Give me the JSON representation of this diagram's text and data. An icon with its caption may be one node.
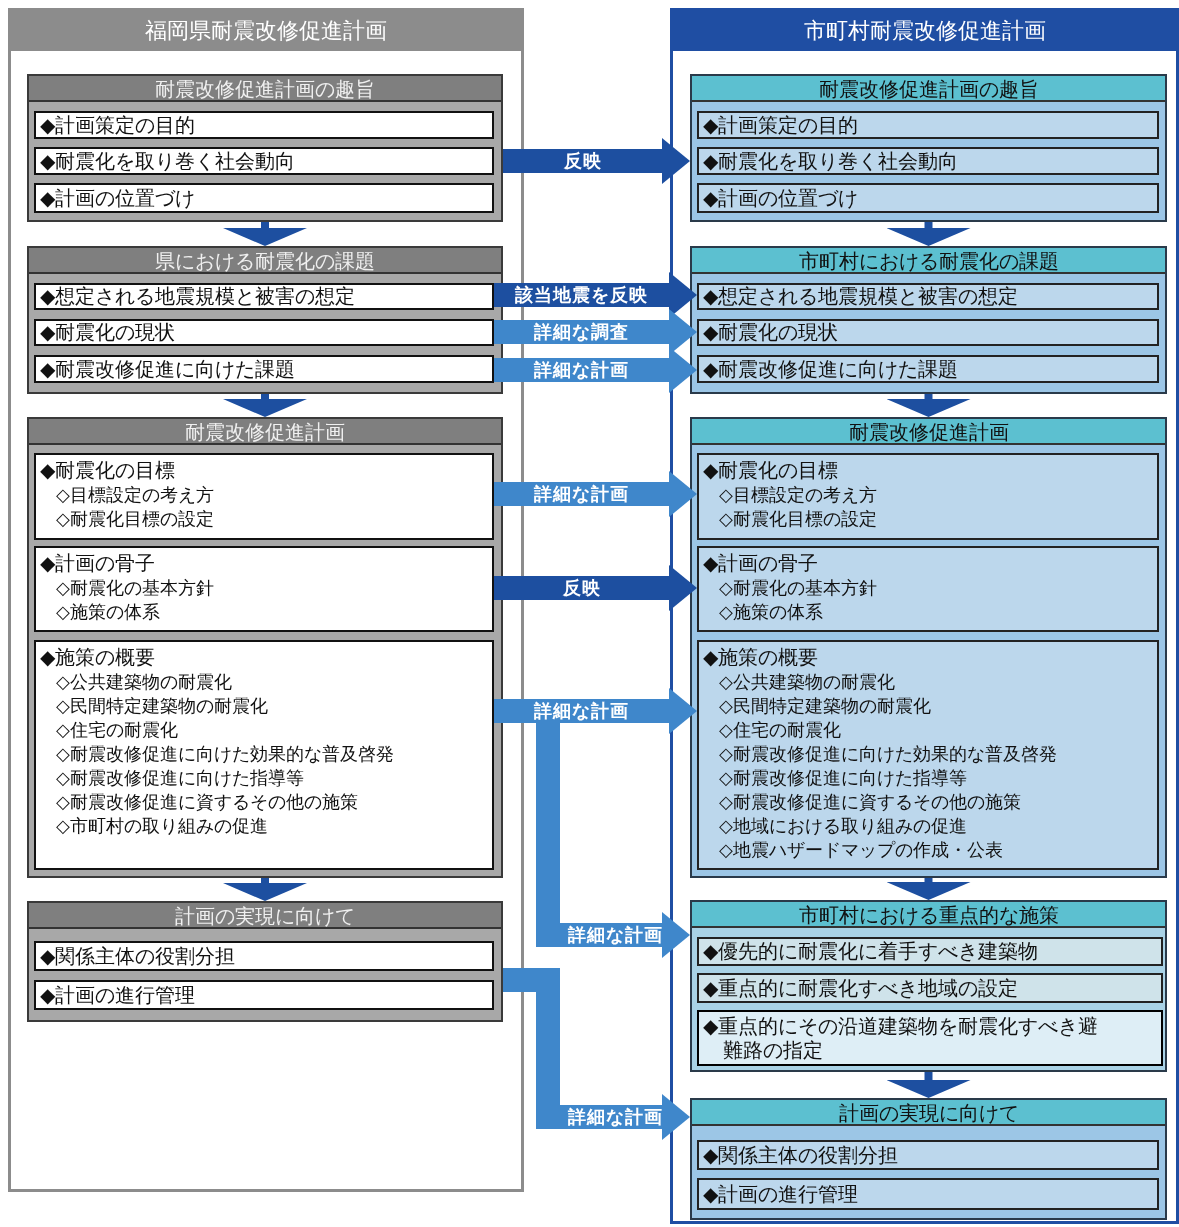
{
  "diagram": {
    "nodes": [
      {
        "text": [
          "福岡県耐震改修促進計画"
        ]
      },
      {
        "text": [
          "耐震改修促進計画の趣旨"
        ],
        "in": 0
      },
      {
        "text": [
          "◆計画策定の目的"
        ],
        "in": 1
      },
      {
        "text": [
          "◆耐震化を取り巻く社会動向"
        ],
        "in": 1
      },
      {
        "text": [
          "◆計画の位置づけ"
        ],
        "in": 1
      },
      {
        "text": [
          "県における耐震化の課題"
        ],
        "in": 0
      },
      {
        "text": [
          "◆想定される地震規模と被害の想定"
        ],
        "in": 5
      },
      {
        "text": [
          "◆耐震化の現状"
        ],
        "in": 5
      },
      {
        "text": [
          "◆耐震改修促進に向けた課題"
        ],
        "in": 5
      },
      {
        "text": [
          "耐震改修促進計画"
        ],
        "in": 0
      },
      {
        "text": [
          "◆耐震化の目標",
          "◇目標設定の考え方",
          "◇耐震化目標の設定"
        ],
        "in": 9
      },
      {
        "text": [
          "◆計画の骨子",
          "◇耐震化の基本方針",
          "◇施策の体系"
        ],
        "in": 9
      },
      {
        "text": [
          "◆施策の概要",
          "◇公共建築物の耐震化",
          "◇民間特定建築物の耐震化",
          "◇住宅の耐震化",
          "◇耐震改修促進に向けた効果的な普及啓発",
          "◇耐震改修促進に向けた指導等",
          "◇耐震改修促進に資するその他の施策",
          "◇市町村の取り組みの促進"
        ],
        "in": 9
      },
      {
        "text": [
          "計画の実現に向けて"
        ],
        "in": 0
      },
      {
        "text": [
          "◆関係主体の役割分担"
        ],
        "in": 13
      },
      {
        "text": [
          "◆計画の進行管理"
        ],
        "in": 13
      },
      {
        "text": [
          "市町村耐震改修促進計画"
        ]
      },
      {
        "text": [
          "耐震改修促進計画の趣旨"
        ],
        "in": 16
      },
      {
        "text": [
          "◆計画策定の目的"
        ],
        "in": 17
      },
      {
        "text": [
          "◆耐震化を取り巻く社会動向"
        ],
        "in": 17
      },
      {
        "text": [
          "◆計画の位置づけ"
        ],
        "in": 17
      },
      {
        "text": [
          "市町村における耐震化の課題"
        ],
        "in": 16
      },
      {
        "text": [
          "◆想定される地震規模と被害の想定"
        ],
        "in": 21
      },
      {
        "text": [
          "◆耐震化の現状"
        ],
        "in": 21
      },
      {
        "text": [
          "◆耐震改修促進に向けた課題"
        ],
        "in": 21
      },
      {
        "text": [
          "耐震改修促進計画"
        ],
        "in": 16
      },
      {
        "text": [
          "◆耐震化の目標",
          "◇目標設定の考え方",
          "◇耐震化目標の設定"
        ],
        "in": 25
      },
      {
        "text": [
          "◆計画の骨子",
          "◇耐震化の基本方針",
          "◇施策の体系"
        ],
        "in": 25
      },
      {
        "text": [
          "◆施策の概要",
          "◇公共建築物の耐震化",
          "◇民間特定建築物の耐震化",
          "◇住宅の耐震化",
          "◇耐震改修促進に向けた効果的な普及啓発",
          "◇耐震改修促進に向けた指導等",
          "◇耐震改修促進に資するその他の施策",
          "◇地域における取り組みの促進",
          "◇地震ハザードマップの作成・公表"
        ],
        "in": 25
      },
      {
        "text": [
          "市町村における重点的な施策"
        ],
        "in": 16
      },
      {
        "text": [
          "◆優先的に耐震化に着手すべき建築物"
        ],
        "in": 29
      },
      {
        "text": [
          "◆重点的に耐震化すべき地域の設定"
        ],
        "in": 29
      },
      {
        "text": [
          "◆重点的にその沿道建築物を耐震化すべき避難路の指定"
        ],
        "in": 29
      },
      {
        "text": [
          "計画の実現に向けて"
        ],
        "in": 16
      },
      {
        "text": [
          "◆関係主体の役割分担"
        ],
        "in": 33
      },
      {
        "text": [
          "◆計画の進行管理"
        ],
        "in": 33
      }
    ],
    "edges": [
      {
        "from": 1,
        "to": 5,
        "arrow": "to"
      },
      {
        "from": 5,
        "to": 9,
        "arrow": "to"
      },
      {
        "from": 9,
        "to": 13,
        "arrow": "to"
      },
      {
        "from": 17,
        "to": 21,
        "arrow": "to"
      },
      {
        "from": 21,
        "to": 25,
        "arrow": "to"
      },
      {
        "from": 25,
        "to": 29,
        "arrow": "to"
      },
      {
        "from": 29,
        "to": 33,
        "arrow": "to"
      },
      {
        "from": 1,
        "to": 17,
        "arrow": "to",
        "label": "反映"
      },
      {
        "from": 6,
        "to": 22,
        "arrow": "to",
        "label": "該当地震を反映"
      },
      {
        "from": 7,
        "to": 23,
        "arrow": "to",
        "label": "詳細な調査",
        "color": "#3f87cb"
      },
      {
        "from": 8,
        "to": 24,
        "arrow": "to",
        "label": "詳細な計画",
        "color": "#3f87cb"
      },
      {
        "from": 10,
        "to": 26,
        "arrow": "to",
        "label": "詳細な計画",
        "color": "#3f87cb"
      },
      {
        "from": 11,
        "to": 27,
        "arrow": "to",
        "label": "反映"
      },
      {
        "from": 12,
        "to": 28,
        "arrow": "to",
        "label": "詳細な計画",
        "color": "#3f87cb"
      },
      {
        "from": 12,
        "to": 29,
        "arrow": "to",
        "label": "詳細な計画",
        "color": "#3f87cb"
      },
      {
        "from": 13,
        "to": 33,
        "arrow": "to",
        "label": "詳細な計画",
        "color": "#3f87cb"
      }
    ]
  }
}
